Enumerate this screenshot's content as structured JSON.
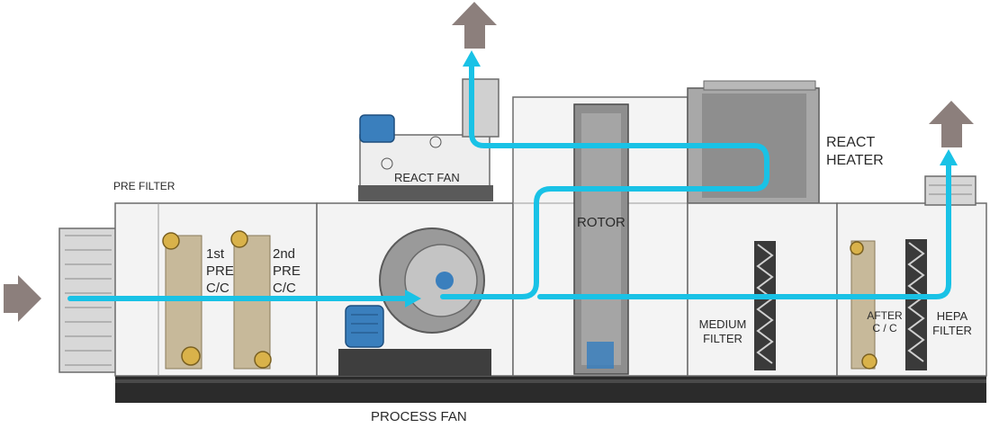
{
  "labels": {
    "pre_filter": "PRE FILTER",
    "first_pre_cc": "1st\nPRE\nC/C",
    "second_pre_cc": "2nd\nPRE\nC/C",
    "react_fan": "REACT FAN",
    "rotor": "ROTOR",
    "react_heater": "REACT\nHEATER",
    "medium_filter": "MEDIUM\nFILTER",
    "after_cc": "AFTER\nC / C",
    "hepa_filter": "HEPA\nFILTER",
    "process_fan": "PROCESS FAN"
  },
  "colors": {
    "airflow": "#19c2e6",
    "arrow": "#8c7f7c",
    "casing": "#f1f1f1",
    "casing_line": "#6b6b6b",
    "base": "#2b2b2b",
    "coil": "#c7b99a",
    "flange": "#d9b24a",
    "motor": "#3a7fbd"
  },
  "icons": {
    "inlet_arrow": "right-arrow-icon",
    "react_exhaust_arrow": "up-arrow-icon",
    "supply_arrow": "up-arrow-icon"
  }
}
